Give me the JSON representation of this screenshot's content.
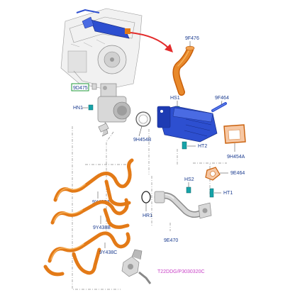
{
  "diagram": {
    "parts": {
      "p9F476": "9F476",
      "p9D475": "9D475",
      "pHS1": "HS1",
      "p9F464": "9F464",
      "pHN1": "HN1",
      "p9H454B": "9H454B",
      "pHT2": "HT2",
      "p9H454A": "9H454A",
      "p9E464": "9E464",
      "pHS2": "HS2",
      "pHT1": "HT1",
      "pHR1": "HR1",
      "p9Y438A": "9Y438A",
      "p9Y438B": "9Y438B",
      "p9Y438C": "9Y438C",
      "p9E470": "9E470"
    },
    "reference_code": "T22DDG/P3030320C",
    "colors": {
      "arrow": "#e32b2b",
      "egr_cooler": "#2d4fd0",
      "pipe": "#e37a17",
      "label": "#1a3b8f",
      "reference_code": "#c83fc6",
      "callout_box": "#1f9a3a"
    }
  }
}
